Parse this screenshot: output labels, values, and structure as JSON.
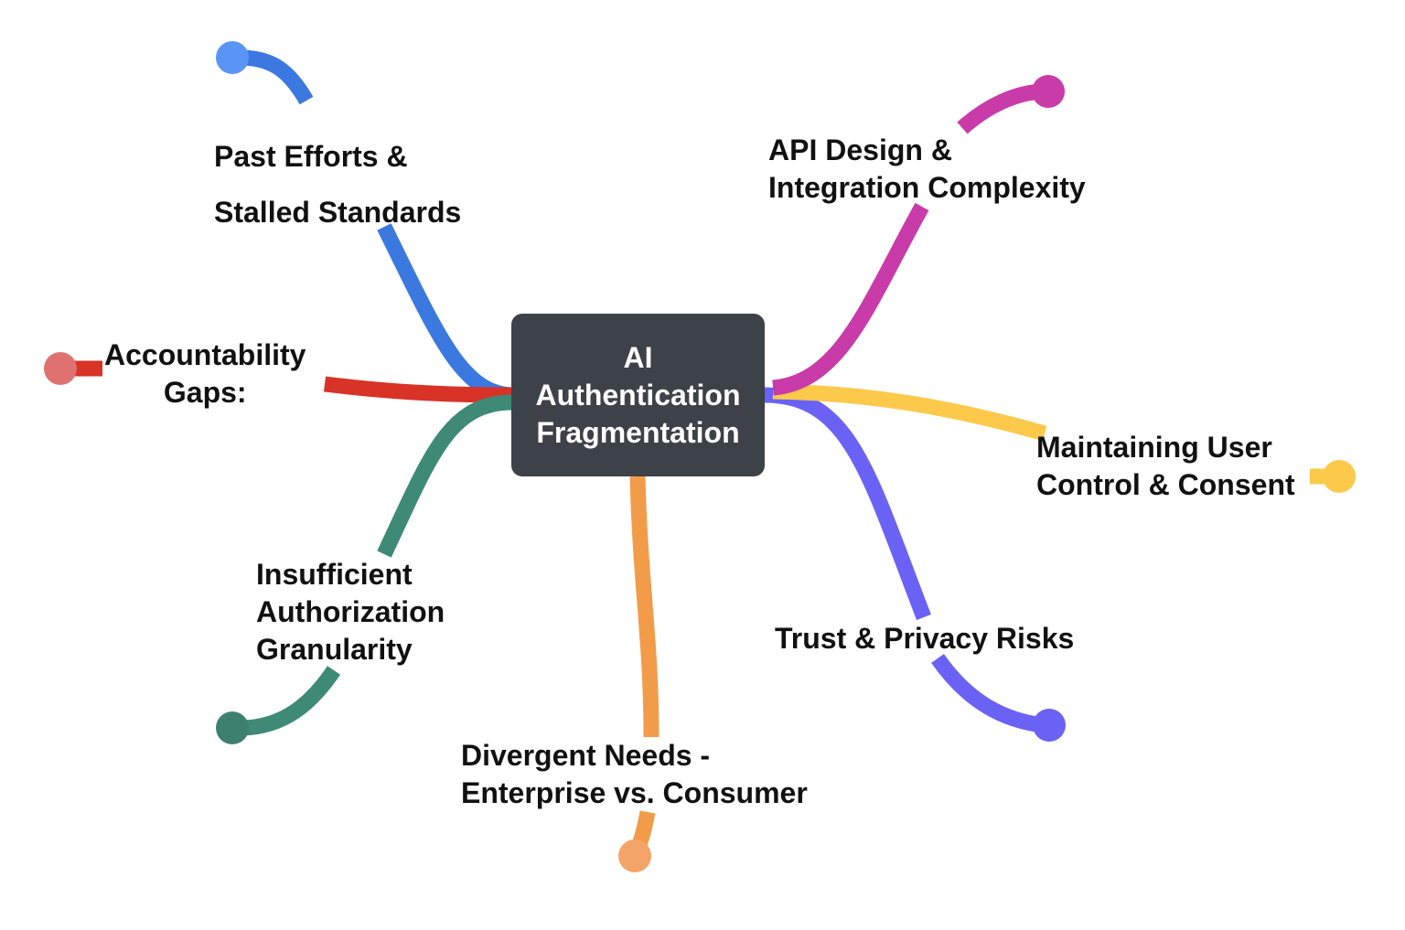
{
  "mindmap": {
    "center": {
      "lines": [
        "AI",
        "Authentication",
        "Fragmentation"
      ],
      "color": "#3d4148",
      "text_color": "#ffffff"
    },
    "branches": [
      {
        "id": "past-efforts",
        "lines": [
          "Past Efforts &",
          "Stalled Standards"
        ],
        "color": "#3b78e0",
        "dot_color": "#5a94f5"
      },
      {
        "id": "accountability",
        "lines": [
          "Accountability",
          "Gaps:"
        ],
        "color": "#d93226",
        "dot_color": "#e07171"
      },
      {
        "id": "authorization",
        "lines": [
          "Insufficient",
          "Authorization",
          "Granularity"
        ],
        "color": "#3e8a76",
        "dot_color": "#3e8070"
      },
      {
        "id": "divergent-needs",
        "lines": [
          "Divergent Needs -",
          "Enterprise vs. Consumer"
        ],
        "color": "#f29c4a",
        "dot_color": "#f3a467"
      },
      {
        "id": "trust-privacy",
        "lines": [
          "Trust & Privacy Risks"
        ],
        "color": "#6a62f5",
        "dot_color": "#6a62f5"
      },
      {
        "id": "user-control",
        "lines": [
          "Maintaining User",
          "Control & Consent"
        ],
        "color": "#fdc94a",
        "dot_color": "#fdc94a"
      },
      {
        "id": "api-design",
        "lines": [
          "API Design &",
          "Integration Complexity"
        ],
        "color": "#c93ba8",
        "dot_color": "#c93ba8"
      }
    ]
  }
}
